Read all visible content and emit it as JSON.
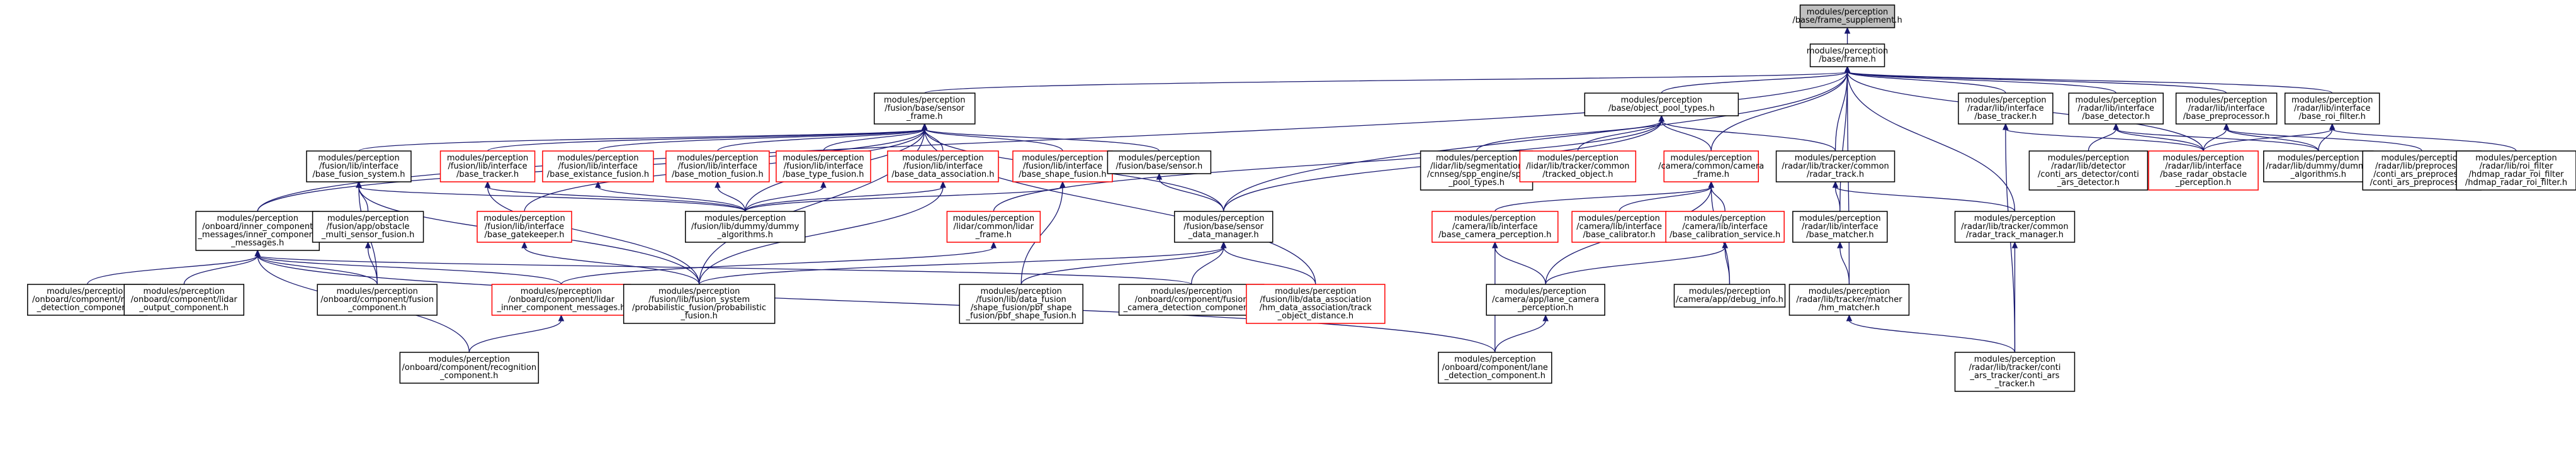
{
  "diagram": {
    "nodes": [
      {
        "id": "n0",
        "lines": [
          "modules/perception",
          "/base/frame_supplement.h"
        ],
        "style": "root"
      },
      {
        "id": "n1",
        "lines": [
          "modules/perception",
          "/base/frame.h"
        ],
        "style": "plain"
      },
      {
        "id": "n2",
        "lines": [
          "modules/perception",
          "/fusion/base/sensor",
          "_frame.h"
        ],
        "style": "plain"
      },
      {
        "id": "n3",
        "lines": [
          "modules/perception",
          "/base/object_pool_types.h"
        ],
        "style": "plain"
      },
      {
        "id": "n4",
        "lines": [
          "modules/perception",
          "/radar/lib/interface",
          "/base_tracker.h"
        ],
        "style": "plain"
      },
      {
        "id": "n5",
        "lines": [
          "modules/perception",
          "/radar/lib/interface",
          "/base_detector.h"
        ],
        "style": "plain"
      },
      {
        "id": "n6",
        "lines": [
          "modules/perception",
          "/radar/lib/interface",
          "/base_preprocessor.h"
        ],
        "style": "plain"
      },
      {
        "id": "n7",
        "lines": [
          "modules/perception",
          "/radar/lib/interface",
          "/base_roi_filter.h"
        ],
        "style": "plain"
      },
      {
        "id": "n8",
        "lines": [
          "modules/perception",
          "/fusion/lib/interface",
          "/base_fusion_system.h"
        ],
        "style": "plain"
      },
      {
        "id": "n9",
        "lines": [
          "modules/perception",
          "/fusion/lib/interface",
          "/base_tracker.h"
        ],
        "style": "red"
      },
      {
        "id": "n10",
        "lines": [
          "modules/perception",
          "/fusion/lib/interface",
          "/base_existance_fusion.h"
        ],
        "style": "red"
      },
      {
        "id": "n11",
        "lines": [
          "modules/perception",
          "/fusion/lib/interface",
          "/base_motion_fusion.h"
        ],
        "style": "red"
      },
      {
        "id": "n12",
        "lines": [
          "modules/perception",
          "/fusion/lib/interface",
          "/base_type_fusion.h"
        ],
        "style": "red"
      },
      {
        "id": "n13",
        "lines": [
          "modules/perception",
          "/fusion/lib/interface",
          "/base_data_association.h"
        ],
        "style": "red"
      },
      {
        "id": "n14",
        "lines": [
          "modules/perception",
          "/fusion/lib/interface",
          "/base_shape_fusion.h"
        ],
        "style": "red"
      },
      {
        "id": "n15",
        "lines": [
          "modules/perception",
          "/fusion/base/sensor.h"
        ],
        "style": "plain"
      },
      {
        "id": "n16",
        "lines": [
          "modules/perception",
          "/lidar/lib/segmentation",
          "/cnnseg/spp_engine/spp",
          "_pool_types.h"
        ],
        "style": "plain"
      },
      {
        "id": "n17",
        "lines": [
          "modules/perception",
          "/lidar/lib/tracker/common",
          "/tracked_object.h"
        ],
        "style": "red"
      },
      {
        "id": "n18",
        "lines": [
          "modules/perception",
          "/camera/common/camera",
          "_frame.h"
        ],
        "style": "red"
      },
      {
        "id": "n19",
        "lines": [
          "modules/perception",
          "/radar/lib/tracker/common",
          "/radar_track.h"
        ],
        "style": "plain"
      },
      {
        "id": "n20",
        "lines": [
          "modules/perception",
          "/radar/lib/detector",
          "/conti_ars_detector/conti",
          "_ars_detector.h"
        ],
        "style": "plain"
      },
      {
        "id": "n21",
        "lines": [
          "modules/perception",
          "/radar/lib/interface",
          "/base_radar_obstacle",
          "_perception.h"
        ],
        "style": "red"
      },
      {
        "id": "n22",
        "lines": [
          "modules/perception",
          "/radar/lib/dummy/dummy",
          "_algorithms.h"
        ],
        "style": "plain"
      },
      {
        "id": "n23",
        "lines": [
          "modules/perception",
          "/radar/lib/preprocessor",
          "/conti_ars_preprocessor",
          "/conti_ars_preprocessor.h"
        ],
        "style": "plain"
      },
      {
        "id": "n24",
        "lines": [
          "modules/perception",
          "/radar/lib/roi_filter",
          "/hdmap_radar_roi_filter",
          "/hdmap_radar_roi_filter.h"
        ],
        "style": "plain"
      },
      {
        "id": "n25",
        "lines": [
          "modules/perception",
          "/onboard/inner_component",
          "_messages/inner_component",
          "_messages.h"
        ],
        "style": "plain"
      },
      {
        "id": "n26",
        "lines": [
          "modules/perception",
          "/fusion/app/obstacle",
          "_multi_sensor_fusion.h"
        ],
        "style": "plain"
      },
      {
        "id": "n27",
        "lines": [
          "modules/perception",
          "/fusion/lib/interface",
          "/base_gatekeeper.h"
        ],
        "style": "red"
      },
      {
        "id": "n28",
        "lines": [
          "modules/perception",
          "/fusion/lib/dummy/dummy",
          "_algorithms.h"
        ],
        "style": "plain"
      },
      {
        "id": "n29",
        "lines": [
          "modules/perception",
          "/lidar/common/lidar",
          "_frame.h"
        ],
        "style": "red"
      },
      {
        "id": "n30",
        "lines": [
          "modules/perception",
          "/fusion/base/sensor",
          "_data_manager.h"
        ],
        "style": "plain"
      },
      {
        "id": "n31",
        "lines": [
          "modules/perception",
          "/camera/lib/interface",
          "/base_camera_perception.h"
        ],
        "style": "red"
      },
      {
        "id": "n32",
        "lines": [
          "modules/perception",
          "/camera/lib/interface",
          "/base_calibrator.h"
        ],
        "style": "red"
      },
      {
        "id": "n33",
        "lines": [
          "modules/perception",
          "/camera/lib/interface",
          "/base_calibration_service.h"
        ],
        "style": "red"
      },
      {
        "id": "n34",
        "lines": [
          "modules/perception",
          "/radar/lib/interface",
          "/base_matcher.h"
        ],
        "style": "plain"
      },
      {
        "id": "n35",
        "lines": [
          "modules/perception",
          "/radar/lib/tracker/common",
          "/radar_track_manager.h"
        ],
        "style": "plain"
      },
      {
        "id": "n36",
        "lines": [
          "modules/perception",
          "/onboard/component/radar",
          "_detection_component.h"
        ],
        "style": "plain"
      },
      {
        "id": "n37",
        "lines": [
          "modules/perception",
          "/onboard/component/lidar",
          "_output_component.h"
        ],
        "style": "plain"
      },
      {
        "id": "n38",
        "lines": [
          "modules/perception",
          "/onboard/component/fusion",
          "_component.h"
        ],
        "style": "plain"
      },
      {
        "id": "n39",
        "lines": [
          "modules/perception",
          "/onboard/component/lidar",
          "_inner_component_messages.h"
        ],
        "style": "red"
      },
      {
        "id": "n40",
        "lines": [
          "modules/perception",
          "/fusion/lib/fusion_system",
          "/probabilistic_fusion/probabilistic",
          "_fusion.h"
        ],
        "style": "plain"
      },
      {
        "id": "n41",
        "lines": [
          "modules/perception",
          "/fusion/lib/data_fusion",
          "/shape_fusion/pbf_shape",
          "_fusion/pbf_shape_fusion.h"
        ],
        "style": "plain"
      },
      {
        "id": "n42",
        "lines": [
          "modules/perception",
          "/onboard/component/fusion",
          "_camera_detection_component.h"
        ],
        "style": "plain"
      },
      {
        "id": "n43",
        "lines": [
          "modules/perception",
          "/fusion/lib/data_association",
          "/hm_data_association/track",
          "_object_distance.h"
        ],
        "style": "red"
      },
      {
        "id": "n44",
        "lines": [
          "modules/perception",
          "/camera/app/lane_camera",
          "_perception.h"
        ],
        "style": "plain"
      },
      {
        "id": "n45",
        "lines": [
          "modules/perception",
          "/camera/app/debug_info.h"
        ],
        "style": "plain"
      },
      {
        "id": "n46",
        "lines": [
          "modules/perception",
          "/radar/lib/tracker/matcher",
          "/hm_matcher.h"
        ],
        "style": "plain"
      },
      {
        "id": "n47",
        "lines": [
          "modules/perception",
          "/onboard/component/recognition",
          "_component.h"
        ],
        "style": "plain"
      },
      {
        "id": "n48",
        "lines": [
          "modules/perception",
          "/onboard/component/lane",
          "_detection_component.h"
        ],
        "style": "plain"
      },
      {
        "id": "n49",
        "lines": [
          "modules/perception",
          "/radar/lib/tracker/conti",
          "_ars_tracker/conti_ars",
          "_tracker.h"
        ],
        "style": "plain"
      }
    ],
    "edges": [
      [
        "n1",
        "n0"
      ],
      [
        "n2",
        "n1"
      ],
      [
        "n3",
        "n1"
      ],
      [
        "n4",
        "n1"
      ],
      [
        "n5",
        "n1"
      ],
      [
        "n6",
        "n1"
      ],
      [
        "n7",
        "n1"
      ],
      [
        "n25",
        "n1"
      ],
      [
        "n30",
        "n1"
      ],
      [
        "n19",
        "n1"
      ],
      [
        "n34",
        "n1"
      ],
      [
        "n18",
        "n1"
      ],
      [
        "n35",
        "n1"
      ],
      [
        "n21",
        "n1"
      ],
      [
        "n46",
        "n1"
      ],
      [
        "n8",
        "n2"
      ],
      [
        "n9",
        "n2"
      ],
      [
        "n10",
        "n2"
      ],
      [
        "n11",
        "n2"
      ],
      [
        "n12",
        "n2"
      ],
      [
        "n13",
        "n2"
      ],
      [
        "n14",
        "n2"
      ],
      [
        "n15",
        "n2"
      ],
      [
        "n28",
        "n2"
      ],
      [
        "n30",
        "n2"
      ],
      [
        "n43",
        "n2"
      ],
      [
        "n25",
        "n2"
      ],
      [
        "n27",
        "n2"
      ],
      [
        "n40",
        "n2"
      ],
      [
        "n16",
        "n3"
      ],
      [
        "n17",
        "n3"
      ],
      [
        "n18",
        "n3"
      ],
      [
        "n19",
        "n3"
      ],
      [
        "n29",
        "n3"
      ],
      [
        "n30",
        "n3"
      ],
      [
        "n21",
        "n4"
      ],
      [
        "n49",
        "n4"
      ],
      [
        "n20",
        "n5"
      ],
      [
        "n21",
        "n5"
      ],
      [
        "n22",
        "n5"
      ],
      [
        "n21",
        "n6"
      ],
      [
        "n22",
        "n6"
      ],
      [
        "n23",
        "n6"
      ],
      [
        "n21",
        "n7"
      ],
      [
        "n22",
        "n7"
      ],
      [
        "n24",
        "n7"
      ],
      [
        "n26",
        "n8"
      ],
      [
        "n28",
        "n8"
      ],
      [
        "n38",
        "n8"
      ],
      [
        "n40",
        "n8"
      ],
      [
        "n28",
        "n9"
      ],
      [
        "n40",
        "n9"
      ],
      [
        "n28",
        "n10"
      ],
      [
        "n28",
        "n11"
      ],
      [
        "n28",
        "n12"
      ],
      [
        "n28",
        "n13"
      ],
      [
        "n40",
        "n13"
      ],
      [
        "n28",
        "n14"
      ],
      [
        "n41",
        "n14"
      ],
      [
        "n30",
        "n15"
      ],
      [
        "n31",
        "n18"
      ],
      [
        "n32",
        "n18"
      ],
      [
        "n33",
        "n18"
      ],
      [
        "n44",
        "n18"
      ],
      [
        "n45",
        "n18"
      ],
      [
        "n34",
        "n19"
      ],
      [
        "n35",
        "n19"
      ],
      [
        "n36",
        "n25"
      ],
      [
        "n37",
        "n25"
      ],
      [
        "n38",
        "n25"
      ],
      [
        "n39",
        "n25"
      ],
      [
        "n42",
        "n25"
      ],
      [
        "n47",
        "n25"
      ],
      [
        "n48",
        "n25"
      ],
      [
        "n38",
        "n26"
      ],
      [
        "n40",
        "n27"
      ],
      [
        "n39",
        "n29"
      ],
      [
        "n40",
        "n30"
      ],
      [
        "n41",
        "n30"
      ],
      [
        "n42",
        "n30"
      ],
      [
        "n43",
        "n30"
      ],
      [
        "n44",
        "n31"
      ],
      [
        "n48",
        "n31"
      ],
      [
        "n44",
        "n33"
      ],
      [
        "n45",
        "n33"
      ],
      [
        "n46",
        "n34"
      ],
      [
        "n49",
        "n35"
      ],
      [
        "n47",
        "n39"
      ],
      [
        "n48",
        "n44"
      ],
      [
        "n49",
        "n46"
      ]
    ]
  }
}
